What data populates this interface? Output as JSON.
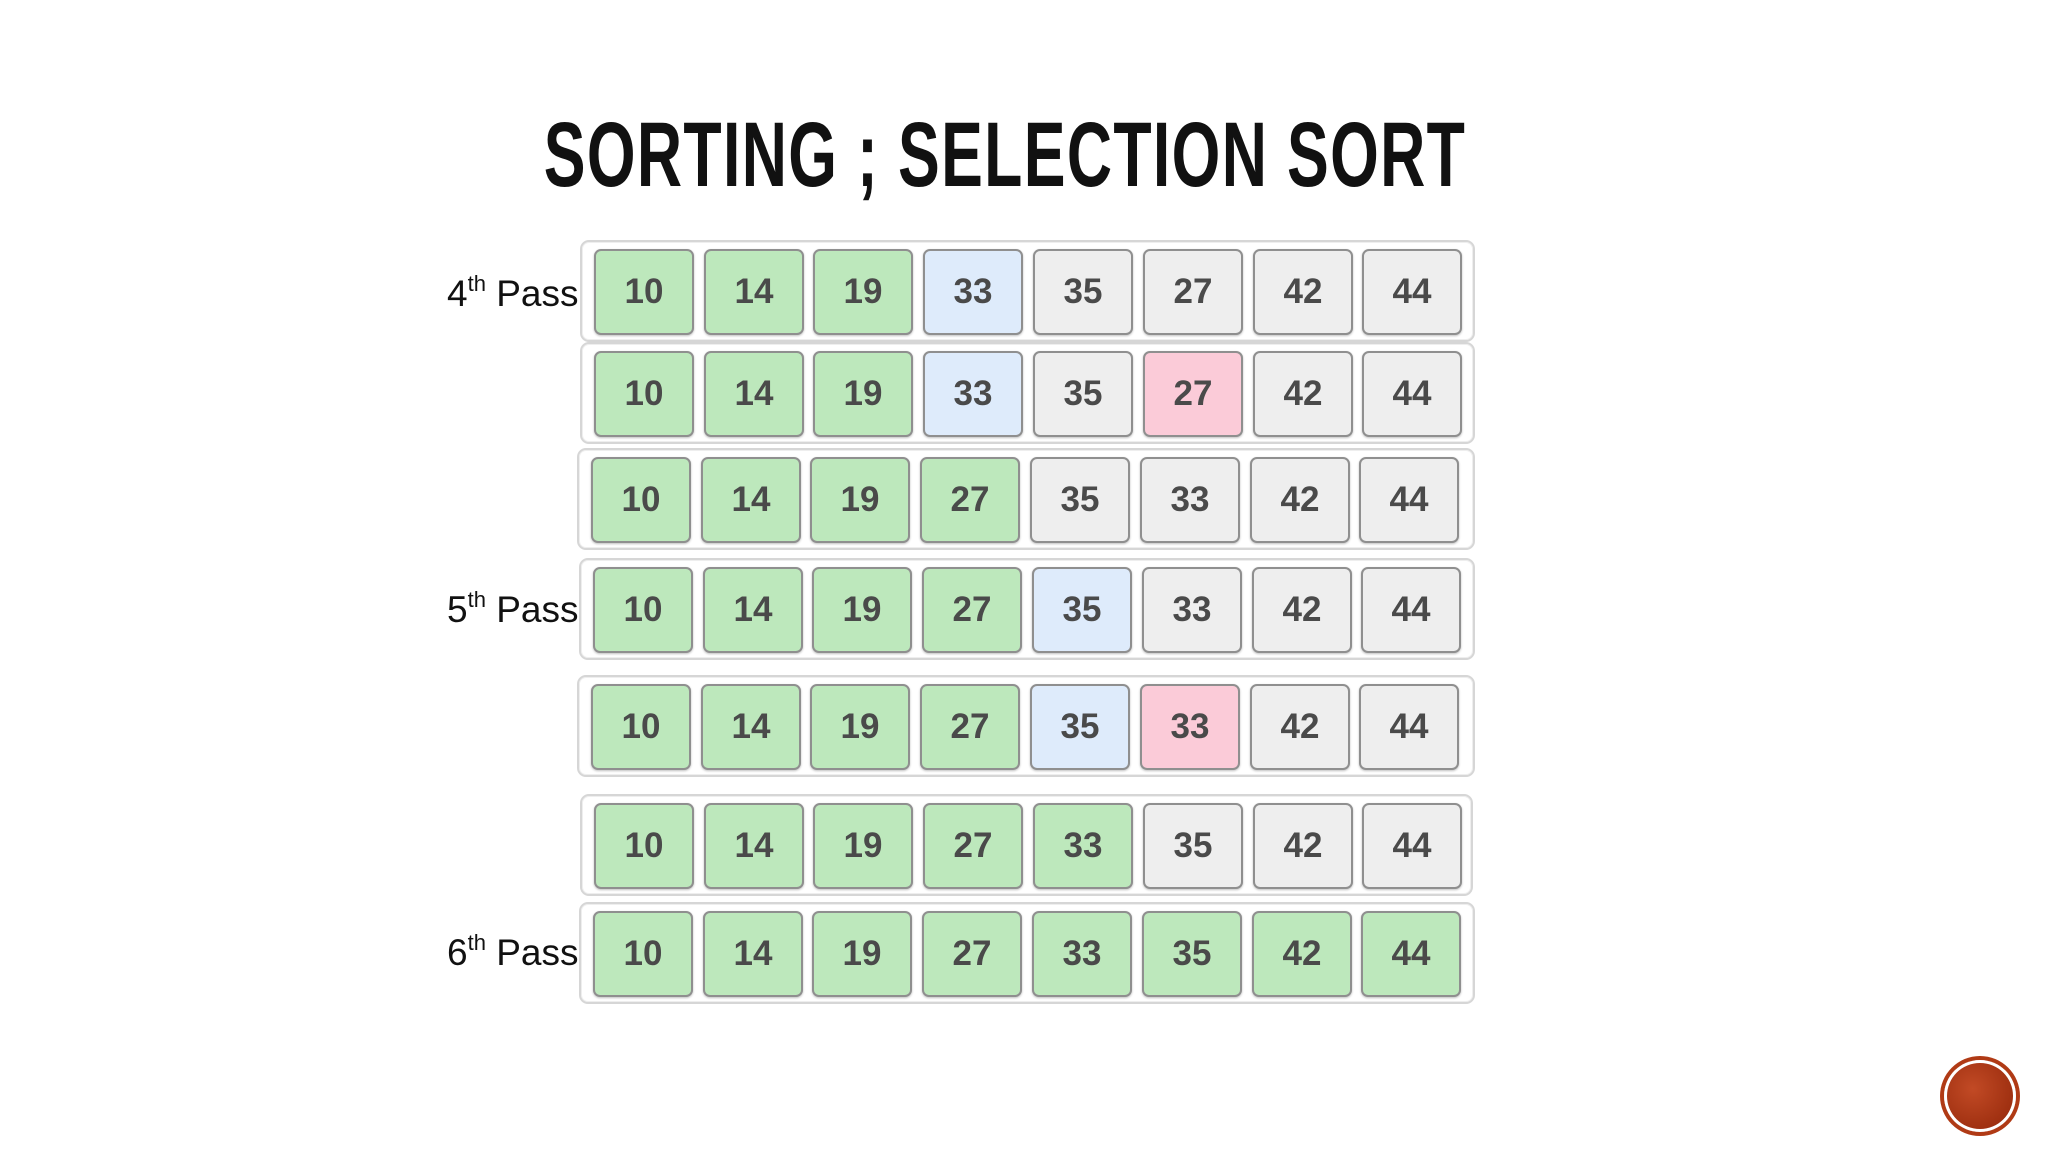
{
  "slide": {
    "title": "SORTING ; SELECTION SORT"
  },
  "labels": [
    {
      "num": "4",
      "sup": "th",
      "text": " Pass"
    },
    {
      "num": "5",
      "sup": "th",
      "text": " Pass"
    },
    {
      "num": "6",
      "sup": "th",
      "text": " Pass"
    }
  ],
  "cell_colors": {
    "sorted": "#bde8bc",
    "current": "#deebfb",
    "unsorted": "#eeeeee",
    "minimum": "#fbcbd8"
  },
  "rows": [
    {
      "values": [
        "10",
        "14",
        "19",
        "33",
        "35",
        "27",
        "42",
        "44"
      ],
      "states": [
        "sorted",
        "sorted",
        "sorted",
        "current",
        "unsorted",
        "unsorted",
        "unsorted",
        "unsorted"
      ]
    },
    {
      "values": [
        "10",
        "14",
        "19",
        "33",
        "35",
        "27",
        "42",
        "44"
      ],
      "states": [
        "sorted",
        "sorted",
        "sorted",
        "current",
        "unsorted",
        "minimum",
        "unsorted",
        "unsorted"
      ]
    },
    {
      "values": [
        "10",
        "14",
        "19",
        "27",
        "35",
        "33",
        "42",
        "44"
      ],
      "states": [
        "sorted",
        "sorted",
        "sorted",
        "sorted",
        "unsorted",
        "unsorted",
        "unsorted",
        "unsorted"
      ]
    },
    {
      "values": [
        "10",
        "14",
        "19",
        "27",
        "35",
        "33",
        "42",
        "44"
      ],
      "states": [
        "sorted",
        "sorted",
        "sorted",
        "sorted",
        "current",
        "unsorted",
        "unsorted",
        "unsorted"
      ]
    },
    {
      "values": [
        "10",
        "14",
        "19",
        "27",
        "35",
        "33",
        "42",
        "44"
      ],
      "states": [
        "sorted",
        "sorted",
        "sorted",
        "sorted",
        "current",
        "minimum",
        "unsorted",
        "unsorted"
      ]
    },
    {
      "values": [
        "10",
        "14",
        "19",
        "27",
        "33",
        "35",
        "42",
        "44"
      ],
      "states": [
        "sorted",
        "sorted",
        "sorted",
        "sorted",
        "sorted",
        "unsorted",
        "unsorted",
        "unsorted"
      ]
    },
    {
      "values": [
        "10",
        "14",
        "19",
        "27",
        "33",
        "35",
        "42",
        "44"
      ],
      "states": [
        "sorted",
        "sorted",
        "sorted",
        "sorted",
        "sorted",
        "sorted",
        "sorted",
        "sorted"
      ]
    }
  ]
}
